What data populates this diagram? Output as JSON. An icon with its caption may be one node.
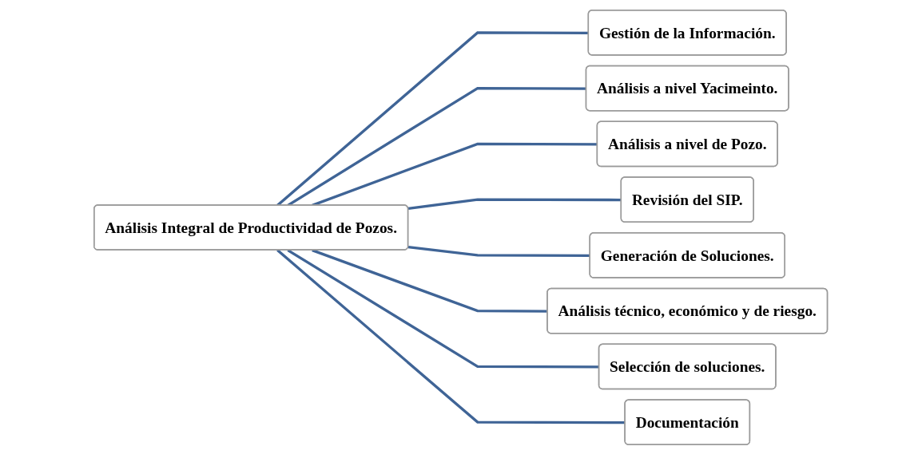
{
  "diagram": {
    "nodes": [
      {
        "text": [
          "Análisis Integral de Productividad de Pozos."
        ]
      },
      {
        "text": [
          "Gestión de la Información."
        ]
      },
      {
        "text": [
          "Análisis a nivel Yacimeinto."
        ]
      },
      {
        "text": [
          "Análisis a nivel de Pozo."
        ]
      },
      {
        "text": [
          "Revisión del SIP."
        ]
      },
      {
        "text": [
          "Generación de Soluciones."
        ]
      },
      {
        "text": [
          "Análisis técnico, económico y de riesgo."
        ]
      },
      {
        "text": [
          "Selección de soluciones."
        ]
      },
      {
        "text": [
          "Documentación"
        ]
      }
    ],
    "edges": [
      {
        "from": 0,
        "to": 1,
        "arrow": "none"
      },
      {
        "from": 0,
        "to": 2,
        "arrow": "none"
      },
      {
        "from": 0,
        "to": 3,
        "arrow": "none"
      },
      {
        "from": 0,
        "to": 4,
        "arrow": "none"
      },
      {
        "from": 0,
        "to": 5,
        "arrow": "none"
      },
      {
        "from": 0,
        "to": 6,
        "arrow": "none"
      },
      {
        "from": 0,
        "to": 7,
        "arrow": "none"
      },
      {
        "from": 0,
        "to": 8,
        "arrow": "none"
      }
    ]
  }
}
